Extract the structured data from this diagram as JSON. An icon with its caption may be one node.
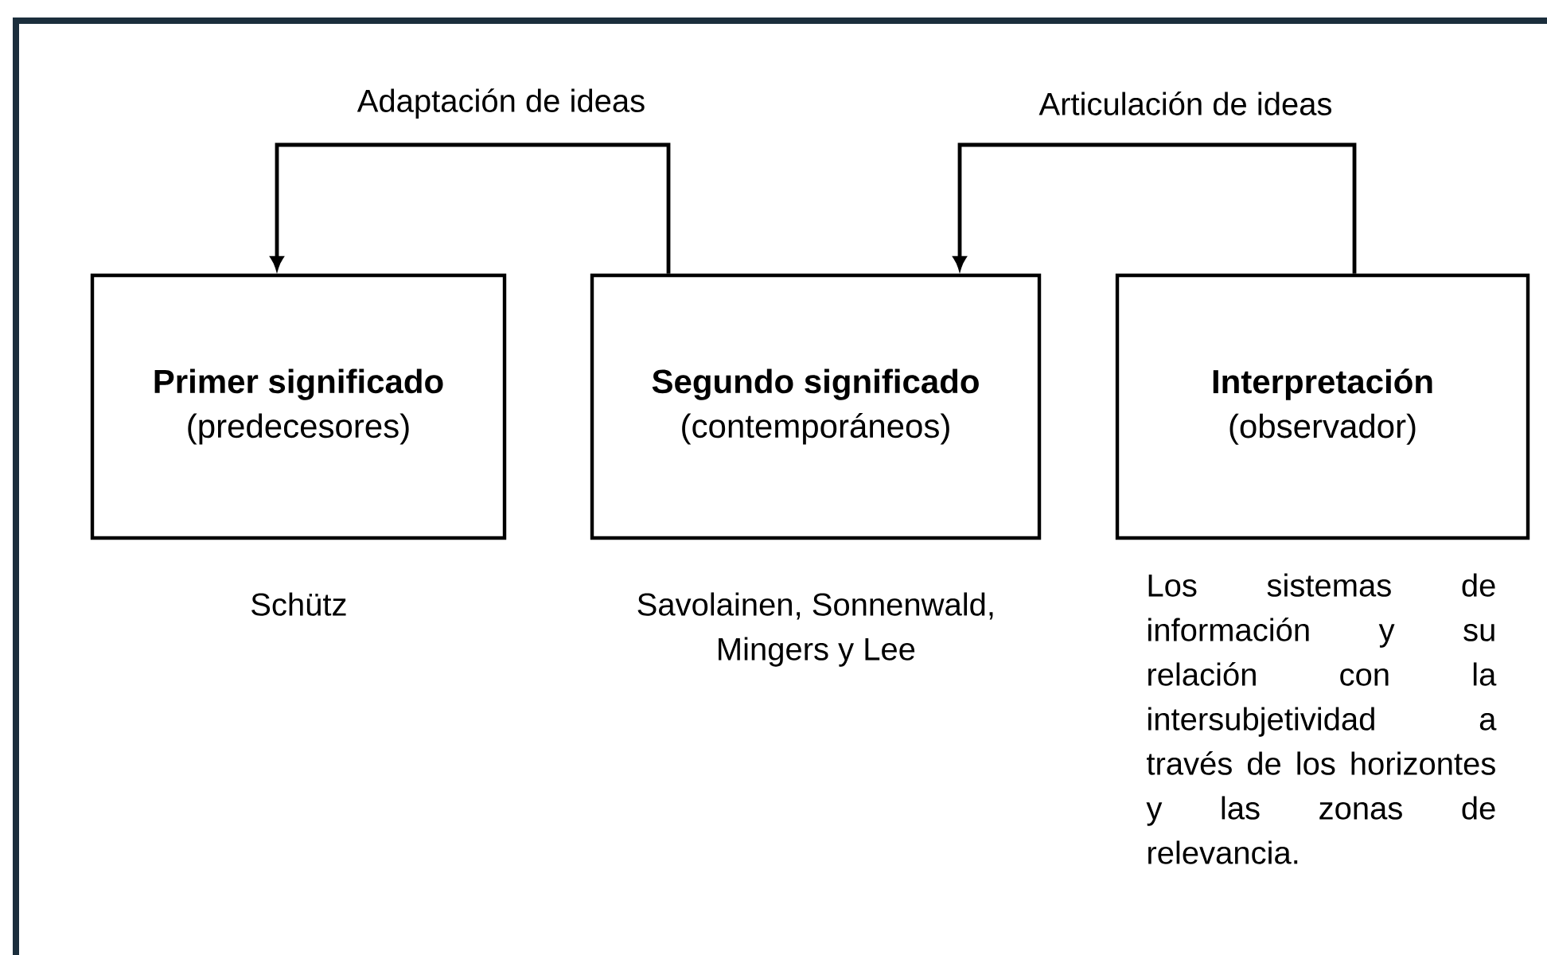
{
  "diagram": {
    "nodes": [
      {
        "text": [
          "Primer significado",
          "(predecesores)"
        ],
        "beside": [
          "Schütz"
        ]
      },
      {
        "text": [
          "Segundo significado",
          "(contemporáneos)"
        ],
        "beside": [
          "Savolainen, Sonnenwald, Mingers y Lee"
        ]
      },
      {
        "text": [
          "Interpretación",
          "(observador)"
        ],
        "beside": [
          "Los sistemas de información y su relación con la intersubjetividad a través de los horizontes y las zonas de relevancia."
        ]
      }
    ],
    "edges": [
      {
        "from": 1,
        "to": 0,
        "arrow": "to",
        "label": "Adaptación de ideas"
      },
      {
        "from": 2,
        "to": 1,
        "arrow": "to",
        "label": "Articulación de ideas"
      }
    ]
  }
}
